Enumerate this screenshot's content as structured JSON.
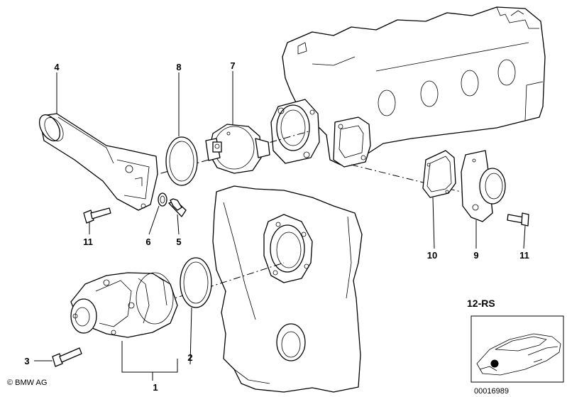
{
  "callouts": {
    "c1": "1",
    "c2": "2",
    "c3": "3",
    "c4": "4",
    "c5": "5",
    "c6": "6",
    "c7": "7",
    "c8": "8",
    "c9": "9",
    "c10": "10",
    "c11a": "11",
    "c11b": "11"
  },
  "model_code": "12-RS",
  "copyright": "© BMW AG",
  "diagram_number": "00016989"
}
